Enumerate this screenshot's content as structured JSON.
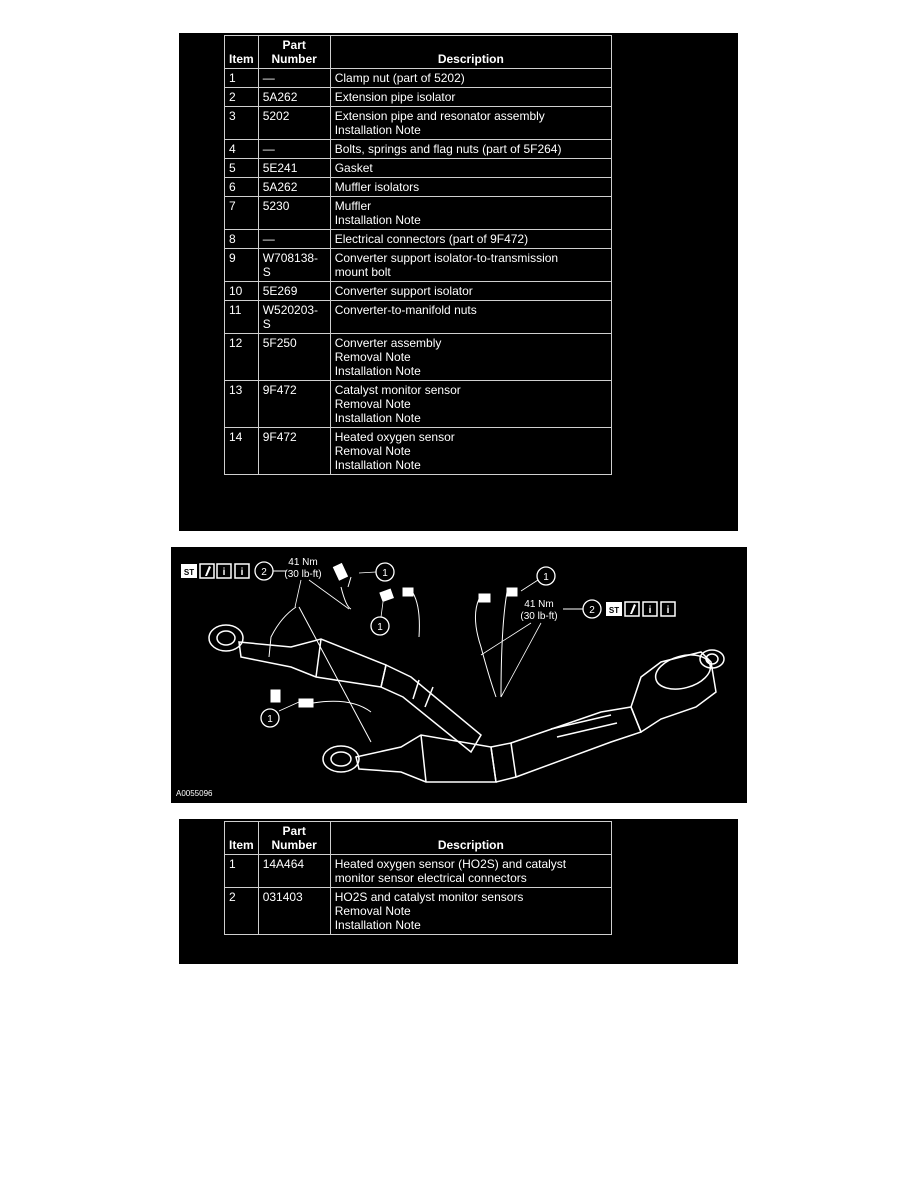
{
  "top_table": {
    "headers": {
      "item": "Item",
      "part": "Part Number",
      "description": "Description"
    },
    "rows": [
      {
        "item": "1",
        "part": "—",
        "desc": [
          "Clamp nut (part of 5202)"
        ]
      },
      {
        "item": "2",
        "part": "5A262",
        "desc": [
          "Extension pipe isolator"
        ]
      },
      {
        "item": "3",
        "part": "5202",
        "desc": [
          "Extension pipe and resonator assembly",
          "Installation Note"
        ]
      },
      {
        "item": "4",
        "part": "—",
        "desc": [
          "Bolts, springs and flag nuts (part of 5F264)"
        ]
      },
      {
        "item": "5",
        "part": "5E241",
        "desc": [
          "Gasket"
        ]
      },
      {
        "item": "6",
        "part": "5A262",
        "desc": [
          "Muffler isolators"
        ]
      },
      {
        "item": "7",
        "part": "5230",
        "desc": [
          "Muffler",
          "Installation Note"
        ]
      },
      {
        "item": "8",
        "part": "—",
        "desc": [
          "Electrical connectors (part of 9F472)"
        ]
      },
      {
        "item": "9",
        "part": "W708138-S",
        "desc": [
          "Converter support isolator-to-transmission",
          "mount bolt"
        ]
      },
      {
        "item": "10",
        "part": "5E269",
        "desc": [
          "Converter support isolator"
        ]
      },
      {
        "item": "11",
        "part": "W520203-S",
        "desc": [
          "Converter-to-manifold nuts"
        ]
      },
      {
        "item": "12",
        "part": "5F250",
        "desc": [
          "Converter assembly",
          "Removal Note",
          "Installation Note"
        ]
      },
      {
        "item": "13",
        "part": "9F472",
        "desc": [
          "Catalyst monitor sensor",
          "Removal Note",
          "Installation Note"
        ]
      },
      {
        "item": "14",
        "part": "9F472",
        "desc": [
          "Heated oxygen sensor",
          "Removal Note",
          "Installation Note"
        ]
      }
    ]
  },
  "diagram": {
    "torque_left": {
      "nm": "41 Nm",
      "lbft": "(30 lb-ft)"
    },
    "torque_right": {
      "nm": "41 Nm",
      "lbft": "(30 lb-ft)"
    },
    "callouts": [
      "1",
      "2"
    ],
    "icon_labels": {
      "st": "ST",
      "i": "i"
    },
    "figure_id": "A0055096",
    "colors": {
      "line": "#ffffff",
      "background": "#000000"
    }
  },
  "bottom_table": {
    "headers": {
      "item": "Item",
      "part": "Part Number",
      "description": "Description"
    },
    "rows": [
      {
        "item": "1",
        "part": "14A464",
        "desc": [
          "Heated oxygen sensor (HO2S) and catalyst",
          "monitor sensor electrical connectors"
        ]
      },
      {
        "item": "2",
        "part": "031403",
        "desc": [
          "HO2S and catalyst monitor sensors",
          "Removal Note",
          "Installation Note"
        ]
      }
    ]
  }
}
